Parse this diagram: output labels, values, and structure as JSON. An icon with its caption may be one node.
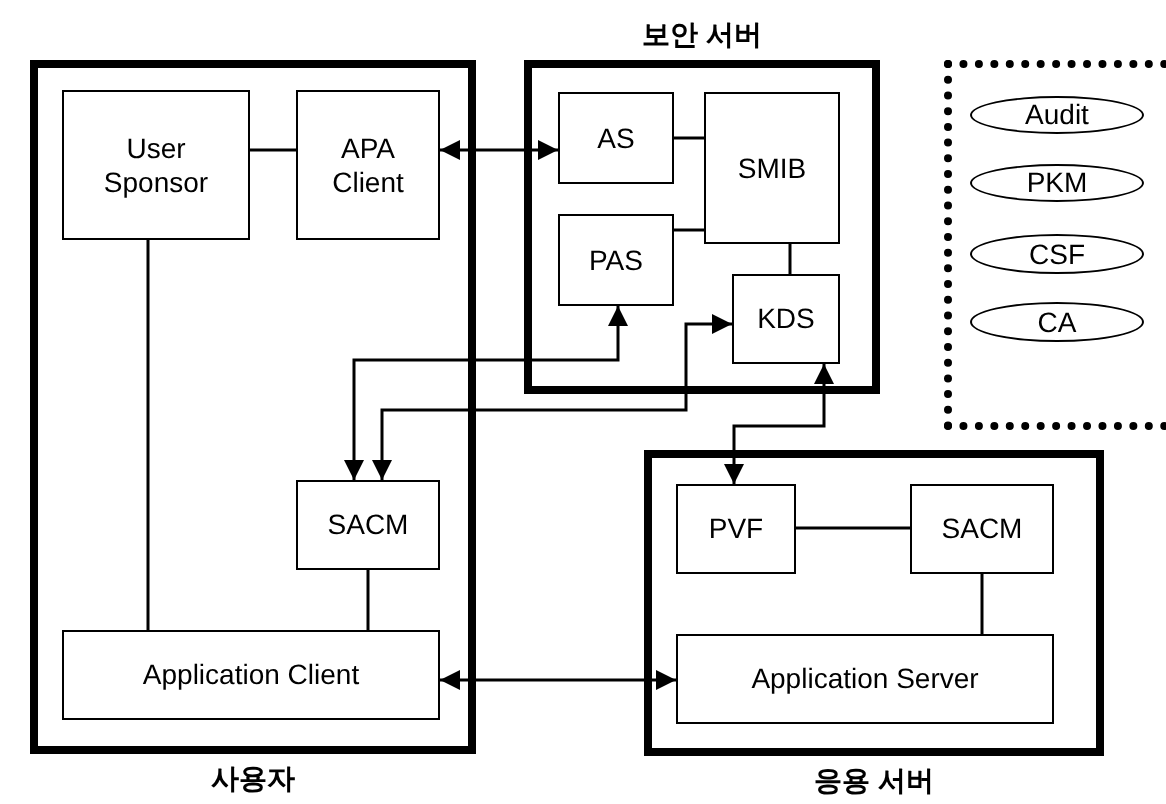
{
  "diagram": {
    "nodes": [
      {
        "text": [
          "사용자"
        ]
      },
      {
        "text": [
          "User Sponsor"
        ],
        "in": 0
      },
      {
        "text": [
          "APA Client"
        ],
        "in": 0
      },
      {
        "text": [
          "SACM"
        ],
        "in": 0
      },
      {
        "text": [
          "Application Client"
        ],
        "in": 0
      },
      {
        "text": [
          "보안 서버"
        ]
      },
      {
        "text": [
          "AS"
        ],
        "in": 5
      },
      {
        "text": [
          "SMIB"
        ],
        "in": 5
      },
      {
        "text": [
          "PAS"
        ],
        "in": 5
      },
      {
        "text": [
          "KDS"
        ],
        "in": 5
      },
      {
        "text": [
          "응용 서버"
        ]
      },
      {
        "text": [
          "PVF"
        ],
        "in": 10
      },
      {
        "text": [
          "SACM"
        ],
        "in": 10
      },
      {
        "text": [
          "Application Server"
        ],
        "in": 10
      },
      {
        "text": [],
        "shape": "box"
      },
      {
        "text": [
          "Audit"
        ],
        "in": 14
      },
      {
        "text": [
          "PKM"
        ],
        "in": 14
      },
      {
        "text": [
          "CSF"
        ],
        "in": 14
      },
      {
        "text": [
          "CA"
        ],
        "in": 14
      }
    ],
    "edges": [
      {
        "from": 2,
        "to": 6,
        "arrow": "both"
      },
      {
        "from": 1,
        "to": 2,
        "arrow": "none"
      },
      {
        "from": 1,
        "to": 4,
        "arrow": "none"
      },
      {
        "from": 3,
        "to": 4,
        "arrow": "none"
      },
      {
        "from": 6,
        "to": 7,
        "arrow": "none"
      },
      {
        "from": 8,
        "to": 7,
        "arrow": "none"
      },
      {
        "from": 7,
        "to": 9,
        "arrow": "none"
      },
      {
        "from": 3,
        "to": 8,
        "arrow": "both"
      },
      {
        "from": 3,
        "to": 9,
        "arrow": "both"
      },
      {
        "from": 11,
        "to": 9,
        "arrow": "both"
      },
      {
        "from": 4,
        "to": 13,
        "arrow": "both"
      },
      {
        "from": 11,
        "to": 12,
        "arrow": "none"
      },
      {
        "from": 12,
        "to": 13,
        "arrow": "none"
      }
    ]
  }
}
